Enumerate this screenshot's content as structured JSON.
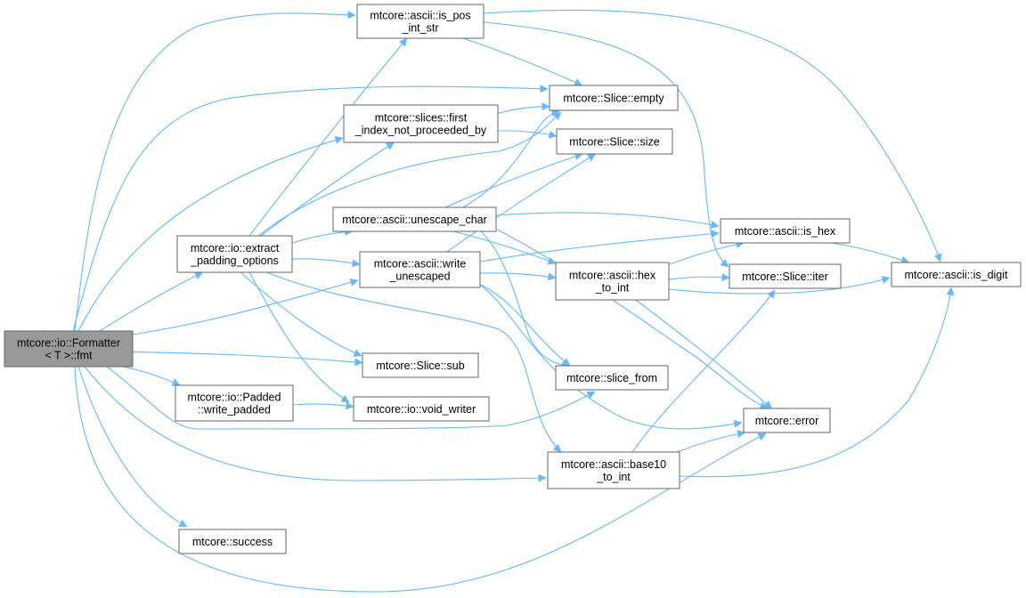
{
  "graph": {
    "title": "",
    "edge_color": "#63b8ff",
    "node_border_color": "#666666",
    "root_fill_color": "#999999",
    "nodes": [
      {
        "id": "fmt",
        "lines": [
          "mtcore::io::Formatter",
          "< T >::fmt"
        ],
        "root": true
      },
      {
        "id": "is_pos_int_str",
        "lines": [
          "mtcore::ascii::is_pos",
          "_int_str"
        ]
      },
      {
        "id": "slice_empty",
        "lines": [
          "mtcore::Slice::empty"
        ]
      },
      {
        "id": "first_index",
        "lines": [
          "mtcore::slices::first",
          "_index_not_proceeded_by"
        ]
      },
      {
        "id": "slice_size",
        "lines": [
          "mtcore::Slice::size"
        ]
      },
      {
        "id": "unescape_char",
        "lines": [
          "mtcore::ascii::unescape_char"
        ]
      },
      {
        "id": "extract_padding",
        "lines": [
          "mtcore::io::extract",
          "_padding_options"
        ]
      },
      {
        "id": "write_unescaped",
        "lines": [
          "mtcore::ascii::write",
          "_unescaped"
        ]
      },
      {
        "id": "is_hex",
        "lines": [
          "mtcore::ascii::is_hex"
        ]
      },
      {
        "id": "hex_to_int",
        "lines": [
          "mtcore::ascii::hex",
          "_to_int"
        ]
      },
      {
        "id": "slice_iter",
        "lines": [
          "mtcore::Slice::iter"
        ]
      },
      {
        "id": "is_digit",
        "lines": [
          "mtcore::ascii::is_digit"
        ]
      },
      {
        "id": "slice_sub",
        "lines": [
          "mtcore::Slice::sub"
        ]
      },
      {
        "id": "slice_from",
        "lines": [
          "mtcore::slice_from"
        ]
      },
      {
        "id": "write_padded",
        "lines": [
          "mtcore::io::Padded",
          "::write_padded"
        ]
      },
      {
        "id": "void_writer",
        "lines": [
          "mtcore::io::void_writer"
        ]
      },
      {
        "id": "error",
        "lines": [
          "mtcore::error"
        ]
      },
      {
        "id": "base10_to_int",
        "lines": [
          "mtcore::ascii::base10",
          "_to_int"
        ]
      },
      {
        "id": "success",
        "lines": [
          "mtcore::success"
        ]
      }
    ],
    "edges": [
      [
        "fmt",
        "is_pos_int_str"
      ],
      [
        "fmt",
        "slice_empty"
      ],
      [
        "fmt",
        "first_index"
      ],
      [
        "fmt",
        "extract_padding"
      ],
      [
        "fmt",
        "write_unescaped"
      ],
      [
        "fmt",
        "slice_sub"
      ],
      [
        "fmt",
        "write_padded"
      ],
      [
        "fmt",
        "slice_from"
      ],
      [
        "fmt",
        "base10_to_int"
      ],
      [
        "fmt",
        "success"
      ],
      [
        "fmt",
        "error"
      ],
      [
        "is_pos_int_str",
        "slice_empty"
      ],
      [
        "is_pos_int_str",
        "slice_iter"
      ],
      [
        "is_pos_int_str",
        "is_digit"
      ],
      [
        "first_index",
        "slice_empty"
      ],
      [
        "first_index",
        "slice_size"
      ],
      [
        "extract_padding",
        "is_pos_int_str"
      ],
      [
        "extract_padding",
        "first_index"
      ],
      [
        "extract_padding",
        "slice_empty"
      ],
      [
        "extract_padding",
        "unescape_char"
      ],
      [
        "extract_padding",
        "write_unescaped"
      ],
      [
        "extract_padding",
        "slice_sub"
      ],
      [
        "extract_padding",
        "void_writer"
      ],
      [
        "extract_padding",
        "base10_to_int"
      ],
      [
        "unescape_char",
        "slice_empty"
      ],
      [
        "unescape_char",
        "slice_size"
      ],
      [
        "unescape_char",
        "is_hex"
      ],
      [
        "unescape_char",
        "hex_to_int"
      ],
      [
        "unescape_char",
        "slice_from"
      ],
      [
        "unescape_char",
        "error"
      ],
      [
        "write_unescaped",
        "slice_size"
      ],
      [
        "write_unescaped",
        "is_hex"
      ],
      [
        "write_unescaped",
        "hex_to_int"
      ],
      [
        "write_unescaped",
        "slice_from"
      ],
      [
        "write_unescaped",
        "error"
      ],
      [
        "hex_to_int",
        "is_hex"
      ],
      [
        "hex_to_int",
        "slice_iter"
      ],
      [
        "hex_to_int",
        "is_digit"
      ],
      [
        "hex_to_int",
        "error"
      ],
      [
        "is_hex",
        "is_digit"
      ],
      [
        "write_padded",
        "void_writer"
      ],
      [
        "base10_to_int",
        "error"
      ],
      [
        "base10_to_int",
        "slice_iter"
      ],
      [
        "base10_to_int",
        "is_digit"
      ]
    ]
  }
}
